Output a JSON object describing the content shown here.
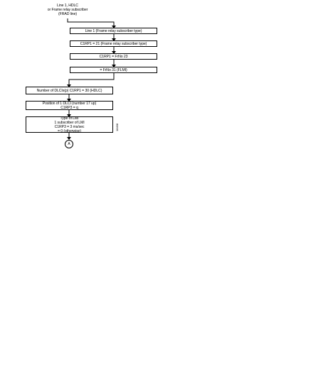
{
  "start": {
    "lines": [
      "Line 1, HDLC",
      "or Frame relay subscriber",
      "(FRAD line)"
    ]
  },
  "boxes": [
    {
      "lines": [
        "Line 1 (Frame relay subscriber type)"
      ]
    },
    {
      "lines": [
        "C1RP1 = 21 (Frame relay subscriber type)"
      ]
    },
    {
      "lines": [
        "C1RP1 = FrNo 23"
      ]
    },
    {
      "lines": [
        "= FrNo 31 (FLMI)"
      ]
    },
    {
      "lines": [
        "Number of DLCIs(p) C1RP1 = 30 (HDLC)"
      ]
    },
    {
      "lines": [
        "Position of 1 DLCI (number 17 up)",
        "C1RP3 = q"
      ]
    },
    {
      "lines": [
        "Type of LMI",
        "1 subscriber of LMI",
        "C1RP3 = 3 ms/sec",
        "= 0 (otherwise)"
      ]
    }
  ],
  "connector": {
    "label": "A"
  },
  "figure_id": "18498"
}
